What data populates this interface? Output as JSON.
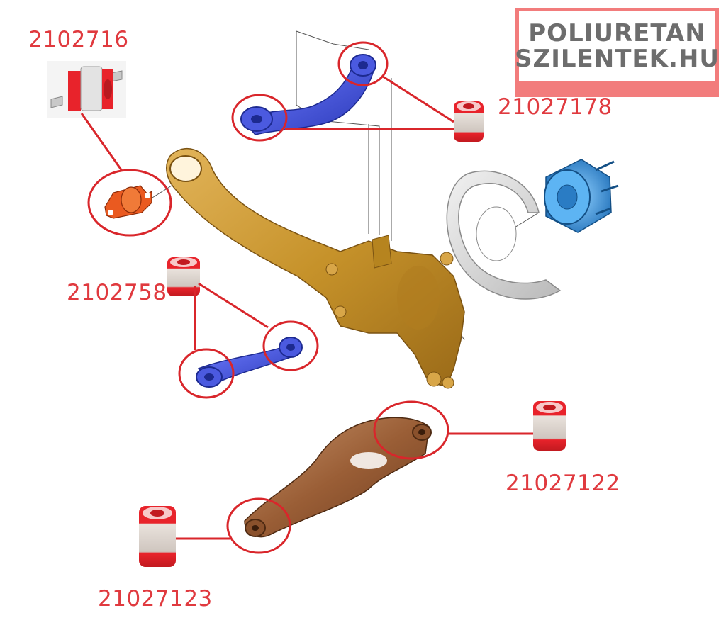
{
  "logo": {
    "line1": "POLIURETAN",
    "line2": "SZILENTEK.HU"
  },
  "parts": [
    {
      "id": "trailing-arm-bushing",
      "number": "2102716"
    },
    {
      "id": "upper-arm-bushing",
      "number": "21027178"
    },
    {
      "id": "toe-link-bushing",
      "number": "2102758"
    },
    {
      "id": "lower-arm-outer-bushing",
      "number": "21027122"
    },
    {
      "id": "lower-arm-inner-bushing",
      "number": "21027123"
    }
  ],
  "colors": {
    "label": "#e03a3f",
    "callout": "#d9262b",
    "arm_blue": "#3c4fd6",
    "arm_gold": "#c6922a",
    "hub_blue": "#2f8fd8",
    "bushing_red": "#e8232b",
    "logo_bg": "#f27c7c",
    "logo_text": "#6d6d6d"
  }
}
